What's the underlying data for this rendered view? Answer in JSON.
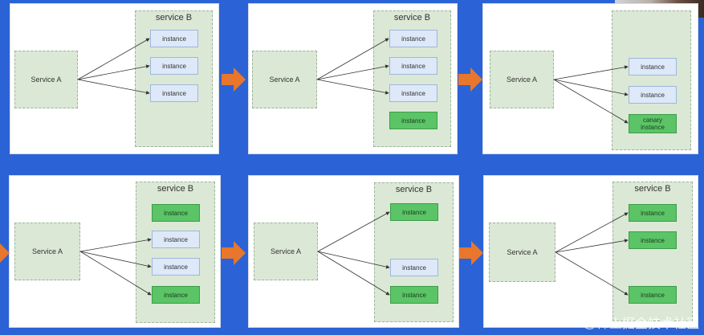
{
  "labels": {
    "service_a": "Service A",
    "service_b": "service B",
    "instance": "instance",
    "canary_line1": "canary",
    "canary_line2": "instance"
  },
  "watermark": "@稀土掘金技术社区",
  "colors": {
    "background": "#2b63d6",
    "panel": "#ffffff",
    "service_box": "#dbe8d6",
    "instance_blue": "#dde8f8",
    "instance_green": "#5bc466",
    "transition_arrow": "#e8762c"
  }
}
